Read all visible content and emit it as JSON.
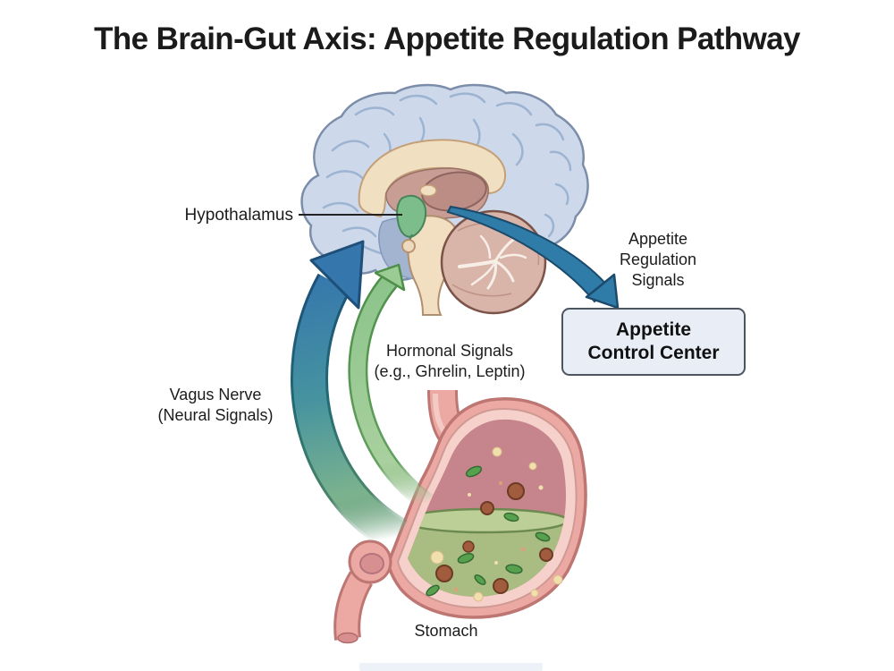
{
  "title": "The Brain-Gut Axis: Appetite Regulation Pathway",
  "labels": {
    "hypothalamus": "Hypothalamus",
    "appetite_regulation_signals": "Appetite\nRegulation\nSignals",
    "hormonal_signals": "Hormonal Signals\n(e.g., Ghrelin, Leptin)",
    "vagus_nerve": "Vagus Nerve\n(Neural Signals)",
    "stomach": "Stomach"
  },
  "control_center": {
    "label": "Appetite\nControl Center"
  },
  "colors": {
    "background": "#ffffff",
    "title_text": "#1b1b1b",
    "label_text": "#1c1c1c",
    "control_center_fill": "#e9eef6",
    "control_center_border": "#4d5560",
    "vagus_arrow_blue": "#3577ad",
    "vagus_arrow_teal": "#46939f",
    "vagus_arrow_border": "#1d4f79",
    "hormonal_arrow_green": "#8cc48b",
    "hormonal_arrow_border": "#4e8f4a",
    "signal_arrow_blue": "#2f7ca8",
    "signal_arrow_border": "#1c4a6b",
    "brain_cortex": "#cdd9ea",
    "brain_corpus_callosum": "#f0dfc1",
    "brain_thalamus": "#c89e94",
    "brain_hypothalamus": "#7dbd8b",
    "brain_cerebellum": "#d9b4a8",
    "stomach_wall": "#eca9a4",
    "stomach_border": "#bd7672",
    "stomach_cavity": "#c6858c",
    "stomach_chyme": "#a9bd82"
  }
}
